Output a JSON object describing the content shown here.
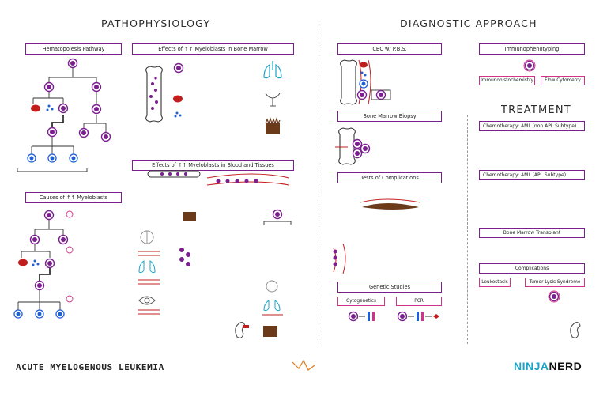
{
  "sections": {
    "pathophysiology": "PATHOPHYSIOLOGY",
    "diagnostic": "DIAGNOSTIC APPROACH",
    "treatment": "TREATMENT"
  },
  "boxes": {
    "hematopoiesis": "Hematopoiesis Pathway",
    "effects_bone_marrow": "Effects of ↑↑ Myeloblasts in Bone Marrow",
    "effects_blood": "Effects of ↑↑ Myeloblasts in Blood and Tissues",
    "causes": "Causes of ↑↑ Myeloblasts",
    "cbc": "CBC w/ P.B.S.",
    "bm_biopsy": "Bone Marrow Biopsy",
    "tests_complications": "Tests of Complications",
    "genetic": "Genetic Studies",
    "cytogenetics": "Cytogenetics",
    "pcr": "PCR",
    "immunophenotyping": "Immunophenotyping",
    "ihc": "Immunohistochemistry",
    "flow": "Flow Cytometry",
    "chemo_non_apl": "Chemotherapy: AML (non APL Subtype)",
    "chemo_apl": "Chemotherapy: AML (APL Subtype)",
    "bmt": "Bone Marrow Transplant",
    "complications": "Complications",
    "leukostasis": "Leukostasis",
    "tls": "Tumor Lysis Syndrome"
  },
  "footer": {
    "title": "ACUTE MYELOGENOUS LEUKEMIA",
    "logo_ninja": "NINJA",
    "logo_nerd": "NERD"
  },
  "colors": {
    "purple": "#7b1f8f",
    "pink": "#d2338a",
    "blue": "#1e5fd6",
    "red": "#c31c1c",
    "brown": "#6b3a1a"
  }
}
